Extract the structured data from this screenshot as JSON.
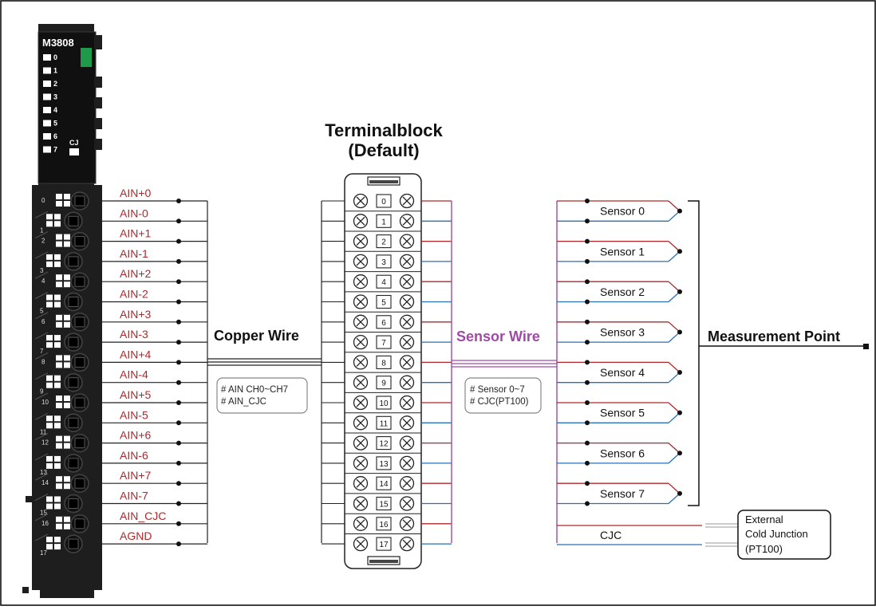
{
  "module": {
    "model": "M3808",
    "leds": [
      "0",
      "1",
      "2",
      "3",
      "4",
      "5",
      "6",
      "7"
    ],
    "cj_label": "CJ",
    "pins": [
      "0",
      "1",
      "2",
      "3",
      "4",
      "5",
      "6",
      "7",
      "8",
      "9",
      "10",
      "11",
      "12",
      "13",
      "14",
      "15",
      "16",
      "17"
    ]
  },
  "pin_labels": [
    "AIN+0",
    "AIN-0",
    "AIN+1",
    "AIN-1",
    "AIN+2",
    "AIN-2",
    "AIN+3",
    "AIN-3",
    "AIN+4",
    "AIN-4",
    "AIN+5",
    "AIN-5",
    "AIN+6",
    "AIN-6",
    "AIN+7",
    "AIN-7",
    "AIN_CJC",
    "AGND"
  ],
  "copper_wire": {
    "title": "Copper Wire",
    "note": [
      "# AIN CH0~CH7",
      "# AIN_CJC"
    ]
  },
  "terminal_block": {
    "title": [
      "Terminalblock",
      "(Default)"
    ],
    "terminals": [
      "0",
      "1",
      "2",
      "3",
      "4",
      "5",
      "6",
      "7",
      "8",
      "9",
      "10",
      "11",
      "12",
      "13",
      "14",
      "15",
      "16",
      "17"
    ]
  },
  "sensor_wire": {
    "title": "Sensor Wire",
    "note": [
      "# Sensor 0~7",
      "# CJC(PT100)"
    ]
  },
  "sensors": [
    "Sensor 0",
    "Sensor 1",
    "Sensor 2",
    "Sensor 3",
    "Sensor 4",
    "Sensor 5",
    "Sensor 6",
    "Sensor 7"
  ],
  "cjc_label": "CJC",
  "external": [
    "External",
    "Cold Junction",
    "(PT100)"
  ],
  "measurement_point": "Measurement Point",
  "colors": {
    "red_wire": "#b0272b",
    "blue_wire": "#2a6fb5",
    "purple_text": "#a04aa6",
    "module_body": "#1e1e1e",
    "green_led": "#1f9a4a"
  }
}
